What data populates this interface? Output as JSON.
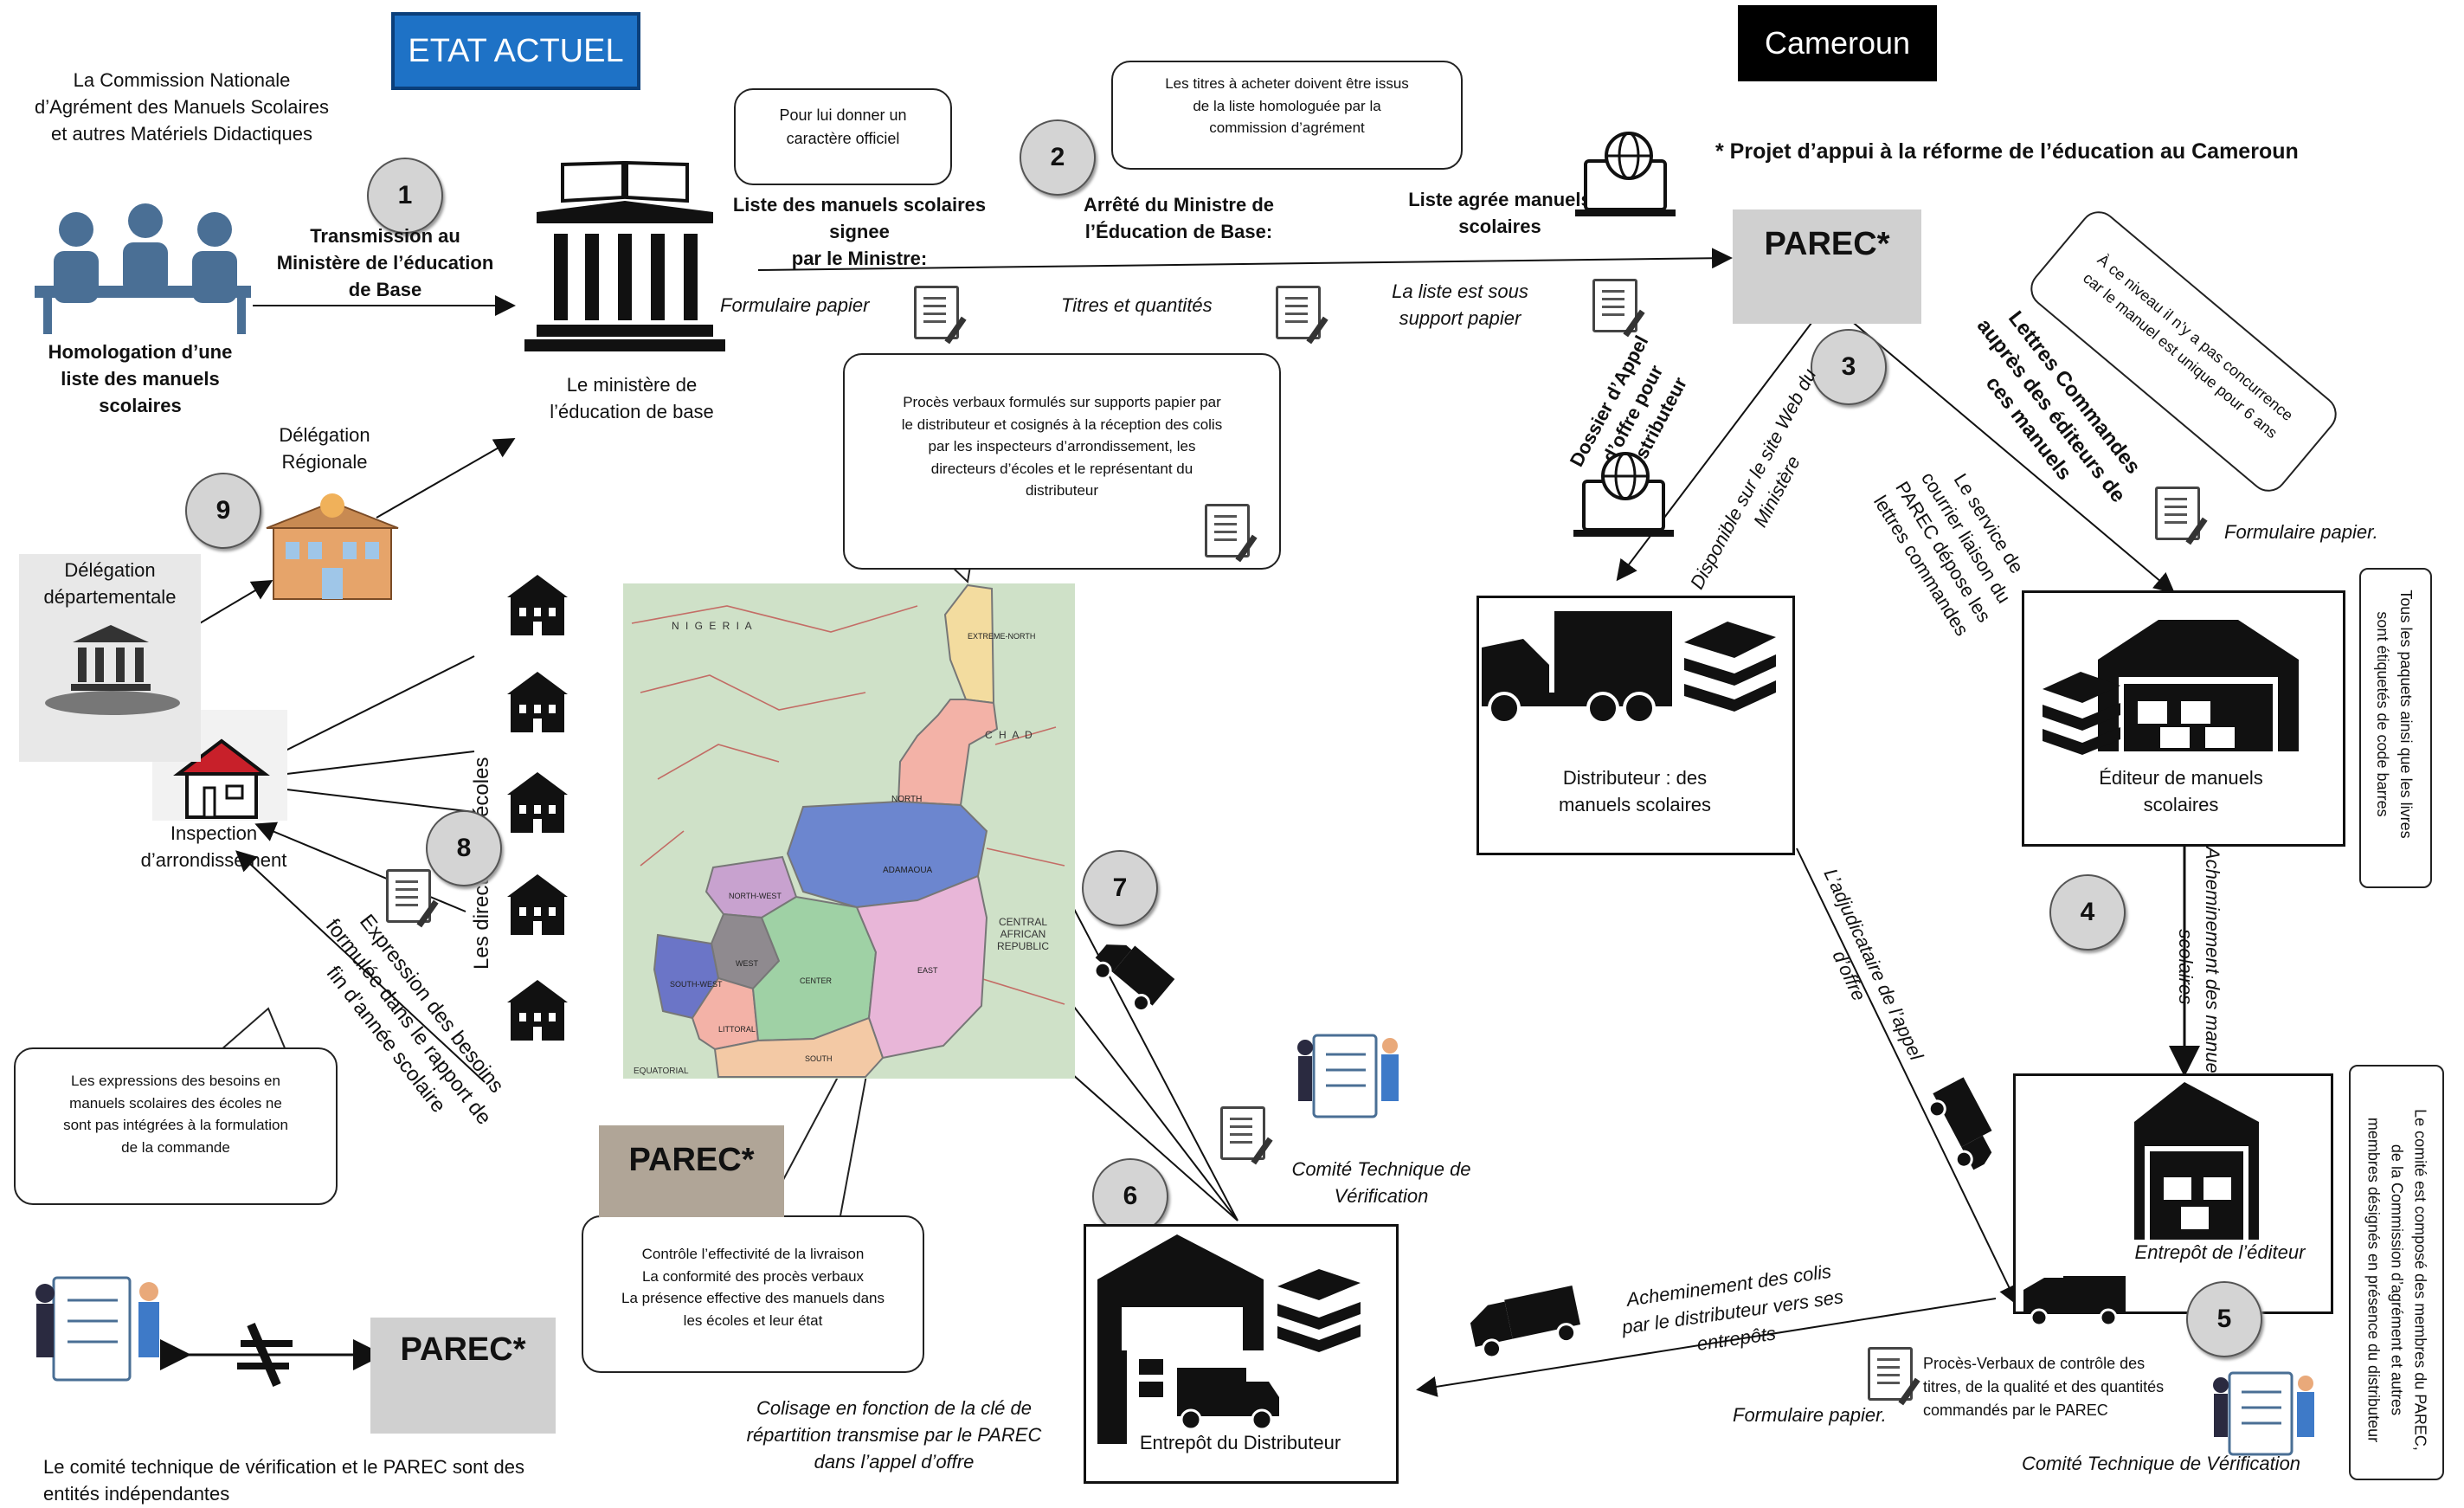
{
  "headers": {
    "etat_actuel": "ETAT ACTUEL",
    "cameroun": "Cameroun",
    "projet": "* Projet d’appui à la réforme de l’éducation au Cameroun"
  },
  "commission": {
    "line1": "La Commission Nationale",
    "line2": "d’Agrément des Manuels Scolaires",
    "line3": "et autres Matériels Didactiques",
    "homologation1": "Homologation d’une",
    "homologation2": "liste des manuels",
    "homologation3": "scolaires"
  },
  "steps": {
    "s1": "1",
    "s2": "2",
    "s3": "3",
    "s4": "4",
    "s5": "5",
    "s6": "6",
    "s7": "7",
    "s8": "8",
    "s9": "9"
  },
  "step1": {
    "line1": "Transmission au",
    "line2": "Ministère de l’éducation",
    "line3": "de Base"
  },
  "ministere": {
    "line1": "Le ministère de",
    "line2": "l’éducation de base"
  },
  "step2": {
    "bubble_officiel1": "Pour lui donner un",
    "bubble_officiel2": "caractère officiel",
    "bubble_titres1": "Les titres à acheter doivent être issus",
    "bubble_titres2": "de la liste homologuée par la",
    "bubble_titres3": "commission d’agrément",
    "liste1": "Liste des manuels scolaires signee",
    "liste2": "par le Ministre:",
    "arrete1": "Arrêté du Ministre de",
    "arrete2": "l’Éducation de Base:",
    "agree1": "Liste agrée  manuels",
    "agree2": "scolaires",
    "formulaire": "Formulaire papier",
    "titres_qte": "Titres et quantités",
    "support1": "La liste est sous",
    "support2": "support papier"
  },
  "parec": {
    "main": "PAREC*",
    "mid": "PAREC*",
    "bottom": "PAREC*"
  },
  "step3": {
    "dossier1": "Dossier d’Appel",
    "dossier2": "d’offre pour",
    "dossier3": "Distributeur",
    "disponible1": "Disponible sur le site Web du",
    "disponible2": "Ministère",
    "service1": "Le service de",
    "service2": "courrier liaison du",
    "service3": "PAREC dépose les",
    "service4": "lettres commandes",
    "lettres1": "Lettres Commandes",
    "lettres2": "auprès des éditeurs de",
    "lettres3": "ces manuels",
    "concurrence1": "À ce niveau il n’y a pas concurrence",
    "concurrence2": "car le manuel est unique pour 6 ans",
    "formulaire": "Formulaire papier."
  },
  "distributeur": {
    "line1": "Distributeur :  des",
    "line2": "manuels scolaires"
  },
  "editeur": {
    "line1": "Éditeur de manuels",
    "line2": "scolaires",
    "note1": "Tous les paquets ainsi que les livres",
    "note2": "sont étiquetés de code barres"
  },
  "step4": {
    "line1": "Acheminement des manuels",
    "line2": "scolaires"
  },
  "adjudicataire": {
    "line1": "L’adjudicataire de l’appel",
    "line2": "d’offre"
  },
  "entrepot_editeur": {
    "label": "Entrepôt de l’éditeur",
    "comite1": "Le comité est composé des membres du PAREC,",
    "comite2": "de la Commission d’agrément et autres",
    "comite3": "membres  désignés en présence du distributeur"
  },
  "step5": {
    "acheminement1": "Acheminement des colis",
    "acheminement2": "par le distributeur vers ses",
    "acheminement3": "entrepôts",
    "pv1": "Procès-Verbaux de contrôle des",
    "pv2": "titres, de la qualité et des quantités",
    "pv3": "commandés par le PAREC",
    "formulaire": "Formulaire papier.",
    "comite": "Comité Technique de Vérification"
  },
  "step6": {
    "entrepot": "Entrepôt du Distributeur",
    "comite1": "Comité Technique de",
    "comite2": "Vérification",
    "colisage1": "Colisage en fonction de la clé de",
    "colisage2": "répartition transmise par le PAREC",
    "colisage3": "dans l’appel d’offre",
    "controle1": "Contrôle l’effectivité de la livraison",
    "controle2": "La conformité des procès verbaux",
    "controle3": "La présence effective des manuels dans",
    "controle4": "les écoles et leur état"
  },
  "step7": {
    "pv1": "Procès verbaux formulés sur supports papier par",
    "pv2": "le distributeur et cosignés à la réception des colis",
    "pv3": "par les inspecteurs d’arrondissement, les",
    "pv4": "directeurs d’écoles et le représentant du",
    "pv5": "distributeur"
  },
  "map": {
    "nigeria": "N  I  G  E  R  I  A",
    "chad": "C  H  A  D",
    "car1": "CENTRAL AFRICAN",
    "car2": "REPUBLIC",
    "equatorial": "EQUATORIAL",
    "extreme_north": "EXTREME-NORTH",
    "north": "NORTH",
    "adamaoua": "ADAMAOUA",
    "north_west": "NORTH-WEST",
    "west": "WEST",
    "south_west": "SOUTH-WEST",
    "littoral": "LITTORAL",
    "center": "CENTER",
    "east": "EAST",
    "south": "SOUTH"
  },
  "step8": {
    "directeurs": "Les directeurs d’écoles",
    "inspection1": "Inspection",
    "inspection2": "d’arrondissement",
    "expression1": "Expression des besoins",
    "expression2": "formulée dans le rapport de",
    "expression3": "fin d’année scolaire",
    "note1": "Les expressions des besoins en",
    "note2": "manuels scolaires des écoles ne",
    "note3": "sont pas intégrées à la formulation",
    "note4": "de la commande"
  },
  "step9": {
    "regionale1": "Délégation",
    "regionale2": "Régionale",
    "departementale1": "Délégation",
    "departementale2": "départementale"
  },
  "bottom": {
    "independantes1": "Le comité technique de vérification et le PAREC sont des",
    "independantes2": "entités indépendantes"
  },
  "colors": {
    "etat_blue": "#1e72c6",
    "parec_grey": "#d0d0d0",
    "parec_mid": "#b0a597",
    "people_blue": "#4a6f95"
  }
}
